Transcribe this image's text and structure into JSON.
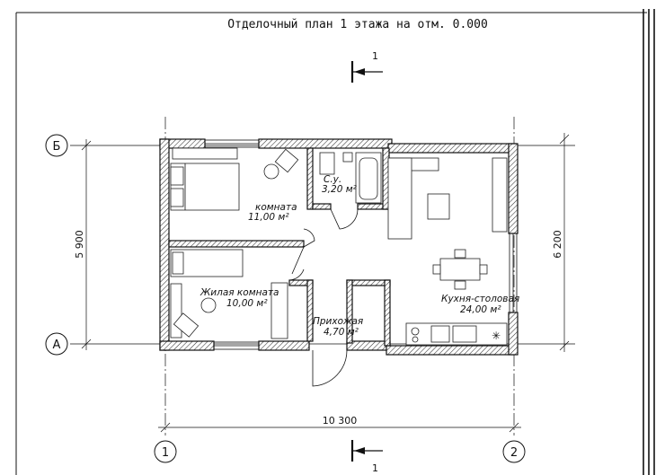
{
  "title": "Отделочный план 1 этажа на отм. 0.000",
  "section_mark": {
    "top": "1",
    "bottom": "1"
  },
  "axes": {
    "row_b": "Б",
    "row_a": "А",
    "col_1": "1",
    "col_2": "2"
  },
  "dimensions": {
    "left_height": "5 900",
    "right_height": "6 200",
    "bottom_width": "10 300"
  },
  "rooms": {
    "room1": {
      "name": "комната",
      "area": "11,00 м²"
    },
    "bath": {
      "name": "С.у.",
      "area": "3,20 м²"
    },
    "living": {
      "name": "Жилая комната",
      "area": "10,00 м²"
    },
    "hall": {
      "name": "Прихожая",
      "area": "4,70 м²"
    },
    "kitchen": {
      "name": "Кухня-столовая",
      "area": "24,00 м²"
    }
  }
}
